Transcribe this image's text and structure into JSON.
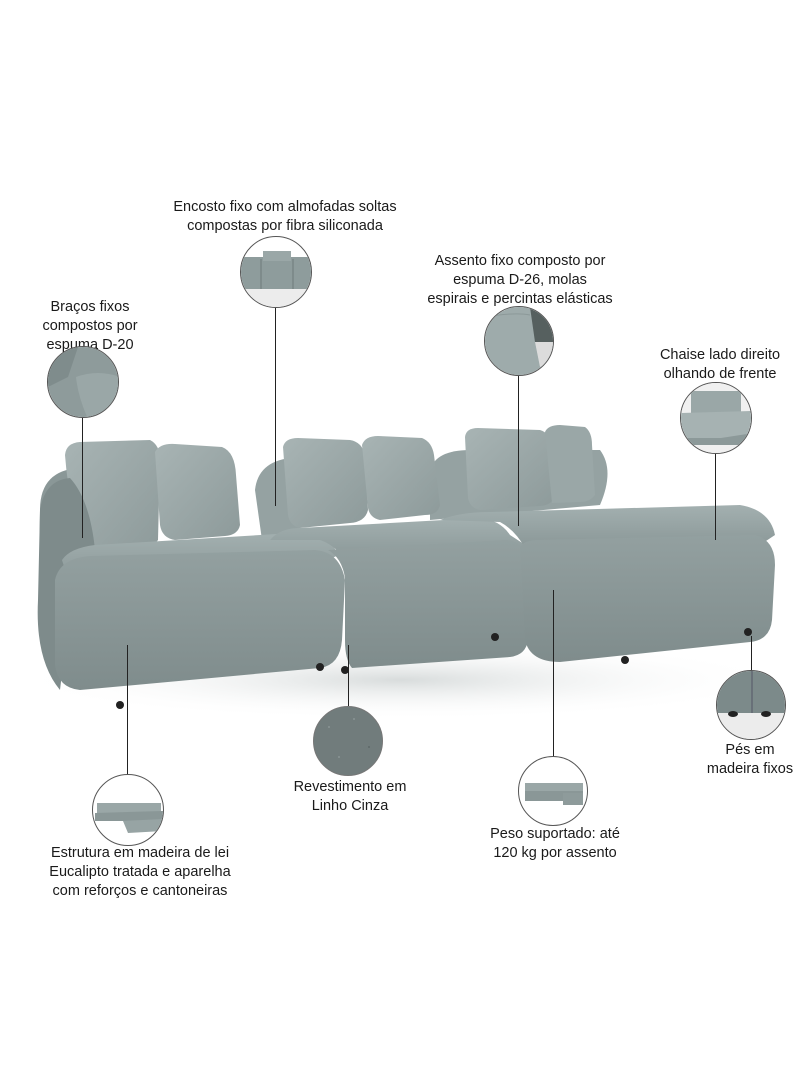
{
  "product": {
    "name": "Sofá com chaise",
    "fabric_color": "#8e9c9c"
  },
  "callouts": [
    {
      "id": "backrest",
      "text": "Encosto fixo com almofadas soltas\ncompostas por fibra siliconada",
      "detail": "backrest-cushions"
    },
    {
      "id": "seat",
      "text": "Assento fixo composto por\nespuma D-26, molas\nespirais e percintas elásticas",
      "detail": "seat-section"
    },
    {
      "id": "arms",
      "text": "Braços fixos\ncompostos por\nespuma D-20",
      "detail": "armrest"
    },
    {
      "id": "chaise",
      "text": "Chaise lado direito\nolhando de frente",
      "detail": "chaise-closeup"
    },
    {
      "id": "feet",
      "text": "Pés em\nmadeira fixos",
      "detail": "wooden-feet"
    },
    {
      "id": "fabric",
      "text": "Revestimento em\nLinho Cinza",
      "detail": "fabric-texture"
    },
    {
      "id": "weight",
      "text": "Peso suportado: até\n120 kg por assento",
      "detail": "full-sofa-front"
    },
    {
      "id": "frame",
      "text": "Estrutura em madeira de lei\nEucalipto tratada e aparelha\ncom reforços e cantoneiras",
      "detail": "full-sofa-angle"
    }
  ]
}
